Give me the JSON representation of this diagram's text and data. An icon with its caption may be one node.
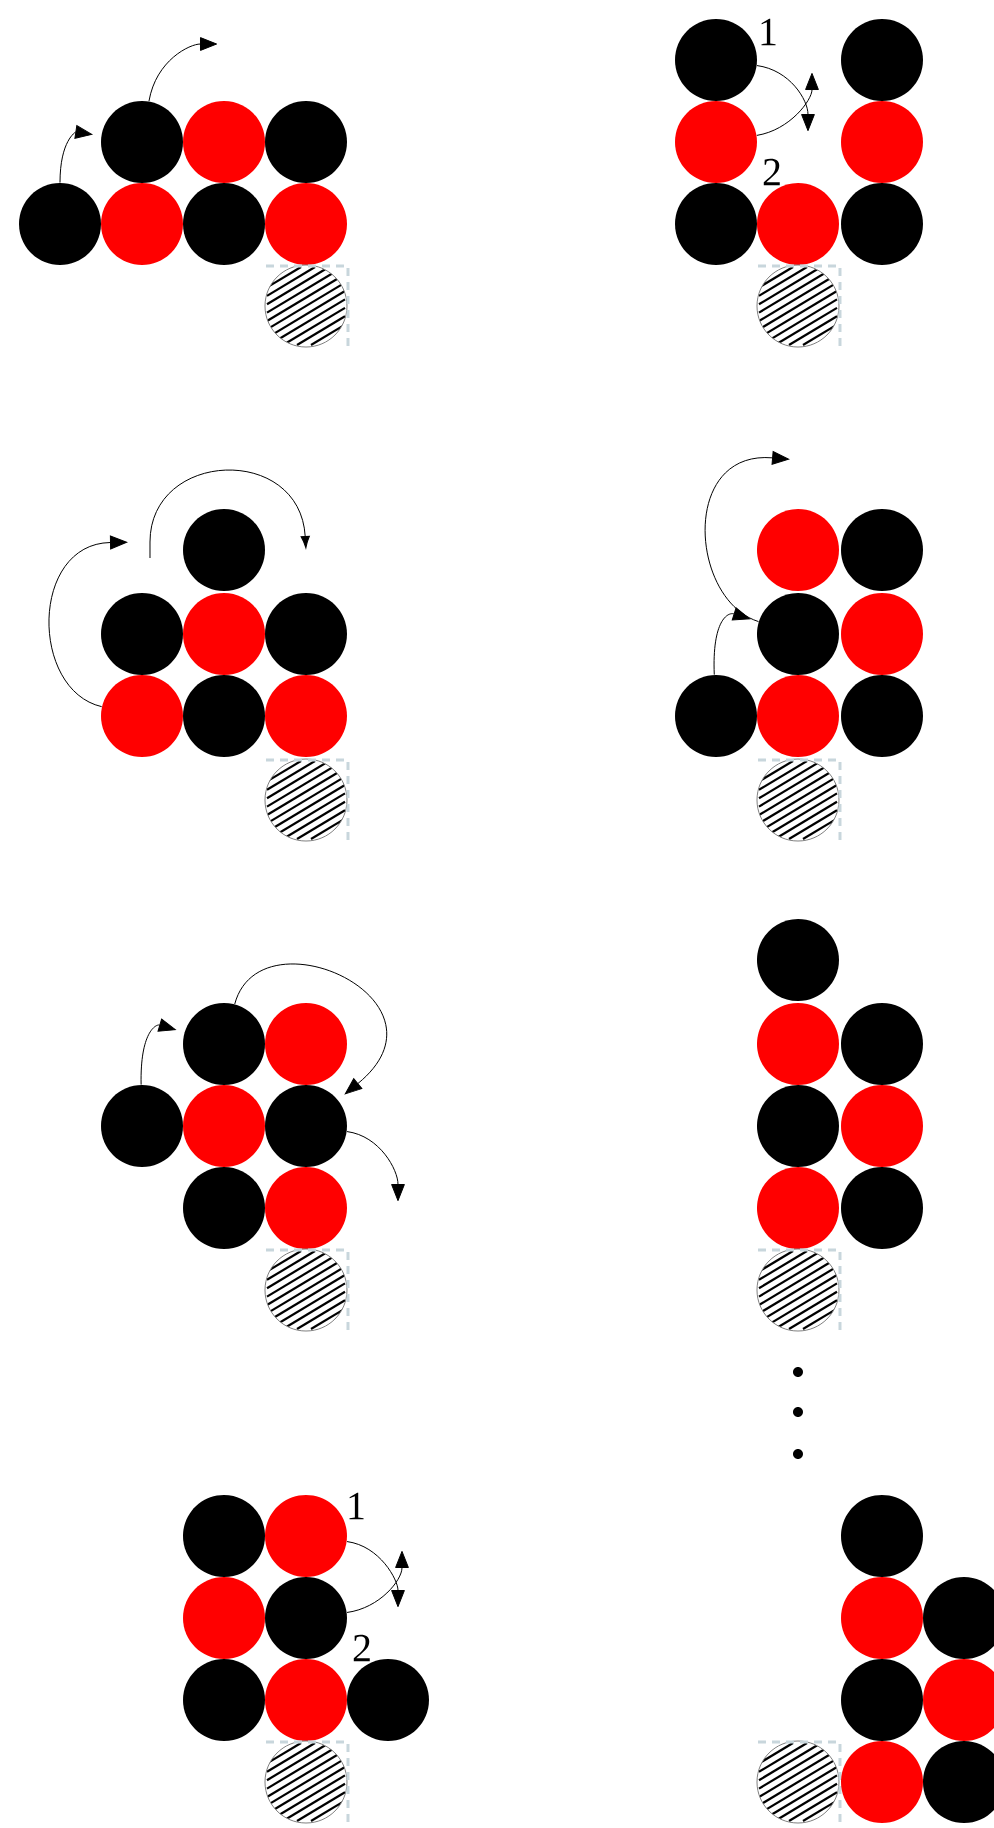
{
  "diagram": {
    "nodes": [
      {
        "text": [],
        "shape": "circle"
      },
      {
        "text": [],
        "shape": "circle"
      },
      {
        "text": [],
        "shape": "circle"
      },
      {
        "text": [],
        "shape": "circle"
      },
      {
        "text": [],
        "shape": "circle"
      },
      {
        "text": [],
        "shape": "circle"
      },
      {
        "text": [],
        "shape": "circle"
      },
      {
        "text": [],
        "shape": "circle"
      },
      {
        "text": [],
        "shape": "circle"
      },
      {
        "text": [],
        "shape": "circle"
      },
      {
        "text": [],
        "shape": "circle"
      },
      {
        "text": [],
        "shape": "circle"
      },
      {
        "text": [],
        "shape": "circle"
      },
      {
        "text": [],
        "shape": "circle"
      },
      {
        "text": [],
        "shape": "circle"
      },
      {
        "text": [],
        "shape": "circle"
      },
      {
        "text": [],
        "shape": "circle"
      },
      {
        "text": [],
        "shape": "circle"
      },
      {
        "text": [],
        "shape": "circle"
      },
      {
        "text": [],
        "shape": "circle"
      },
      {
        "text": [],
        "shape": "circle"
      },
      {
        "text": [],
        "shape": "circle"
      },
      {
        "text": [],
        "shape": "circle"
      },
      {
        "text": [],
        "shape": "circle"
      },
      {
        "text": [],
        "shape": "circle"
      },
      {
        "text": [],
        "shape": "circle"
      },
      {
        "text": [],
        "shape": "circle"
      },
      {
        "text": [],
        "shape": "circle"
      },
      {
        "text": [],
        "shape": "circle"
      },
      {
        "text": [],
        "shape": "circle"
      },
      {
        "text": [],
        "shape": "circle"
      },
      {
        "text": [],
        "shape": "circle"
      },
      {
        "text": [],
        "shape": "circle"
      },
      {
        "text": [],
        "shape": "circle"
      },
      {
        "text": [],
        "shape": "circle"
      },
      {
        "text": [],
        "shape": "circle"
      },
      {
        "text": [],
        "shape": "circle"
      },
      {
        "text": [],
        "shape": "circle"
      },
      {
        "text": [],
        "shape": "circle"
      },
      {
        "text": [],
        "shape": "circle"
      },
      {
        "text": [],
        "shape": "circle"
      },
      {
        "text": [],
        "shape": "circle"
      },
      {
        "text": [],
        "shape": "circle"
      },
      {
        "text": [],
        "shape": "circle"
      },
      {
        "text": [],
        "shape": "circle"
      },
      {
        "text": [],
        "shape": "circle"
      },
      {
        "text": [],
        "shape": "circle"
      },
      {
        "text": [],
        "shape": "circle"
      },
      {
        "text": [],
        "shape": "circle"
      },
      {
        "text": [],
        "shape": "circle"
      },
      {
        "text": [],
        "shape": "circle"
      },
      {
        "text": [],
        "shape": "circle"
      },
      {
        "text": [],
        "shape": "circle"
      },
      {
        "text": [],
        "shape": "circle"
      },
      {
        "text": [],
        "shape": "circle"
      },
      {
        "text": [],
        "shape": "circle"
      },
      {
        "text": [],
        "shape": "circle"
      },
      {
        "text": [],
        "shape": "circle"
      },
      {
        "text": [],
        "shape": "circle"
      },
      {
        "text": [],
        "shape": "circle"
      },
      {
        "text": [],
        "shape": "circle"
      },
      {
        "text": [],
        "shape": "circle"
      },
      {
        "text": [],
        "shape": "circle"
      },
      {
        "text": [],
        "shape": "circle"
      }
    ],
    "edges": [
      {
        "from": 3,
        "to": 0,
        "arrow": "to"
      },
      {
        "from": 0,
        "to": null,
        "arrow": "to"
      },
      {
        "from": 8,
        "to": null,
        "arrow": "to"
      },
      {
        "from": 10,
        "to": null,
        "arrow": "to"
      },
      {
        "from": 20,
        "to": null,
        "arrow": "to"
      },
      {
        "from": 28,
        "to": 26,
        "arrow": "to"
      },
      {
        "from": 26,
        "to": null,
        "arrow": "to"
      },
      {
        "from": 34,
        "to": 32,
        "arrow": "to"
      },
      {
        "from": 32,
        "to": 36,
        "arrow": "to"
      },
      {
        "from": 36,
        "to": null,
        "arrow": "to"
      },
      {
        "from": 49,
        "to": null,
        "arrow": "to"
      },
      {
        "from": 51,
        "to": null,
        "arrow": "to"
      }
    ],
    "labels": [
      "1",
      "2",
      "1",
      "2"
    ]
  }
}
